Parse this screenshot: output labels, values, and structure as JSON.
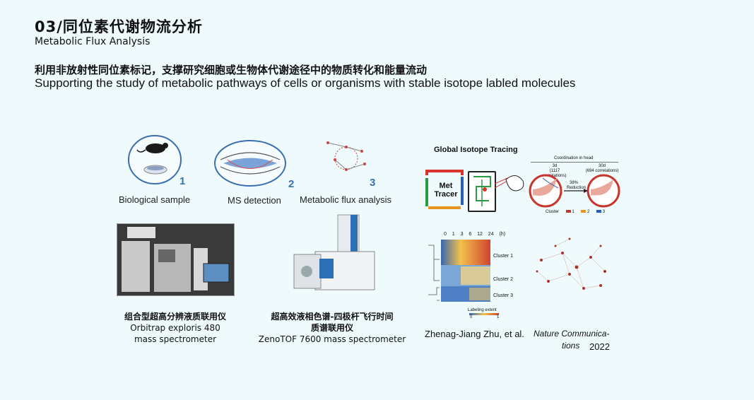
{
  "header": {
    "title": "03/同位素代谢物流分析",
    "subtitle": "Metabolic Flux Analysis",
    "desc_cn": "利用非放射性同位素标记，支撑研究细胞或生物体代谢途径中的物质转化和能量流动",
    "desc_en": "Supporting the study of metabolic pathways of cells or organisms with stable isotope labled molecules"
  },
  "workflow": [
    {
      "num": "1",
      "label": "Biological sample"
    },
    {
      "num": "2",
      "label": "MS detection"
    },
    {
      "num": "3",
      "label": "Metabolic flux analysis"
    }
  ],
  "instruments": [
    {
      "title_cn": "组合型超高分辨液质联用仪",
      "line1": "Orbitrap exploris 480",
      "line2": "mass spectrometer"
    },
    {
      "title_cn": "超高效液相色谱-四极杆飞行时间",
      "title_cn2": "质谱联用仪",
      "line1": "ZenoTOF 7600 mass spectrometer"
    }
  ],
  "figure": {
    "title": "Global Isotope Tracing",
    "met_tracer": "Met Tracer",
    "coordination": "Coordination in head",
    "left_day": "3d",
    "left_corr": "(1117 correlations)",
    "right_day": "30d",
    "right_corr": "(694 correlations)",
    "reduction_pct": "38%",
    "reduction_word": "Reduction",
    "cluster_legend": "Cluster",
    "cluster_1": "1",
    "cluster_2": "2",
    "cluster_3": "3",
    "timepoints": "0  1  3  6  12  24  (h)",
    "cl1": "Cluster 1",
    "cl2": "Cluster 2",
    "cl3": "Cluster 3",
    "labeling": "Labeling extent",
    "scale_0": "0",
    "scale_1": "1"
  },
  "citation": {
    "authors": "Zhenag-Jiang Zhu,  et al.",
    "journal_1": "Nature Communica-",
    "journal_2": "tions",
    "year": "2022"
  }
}
